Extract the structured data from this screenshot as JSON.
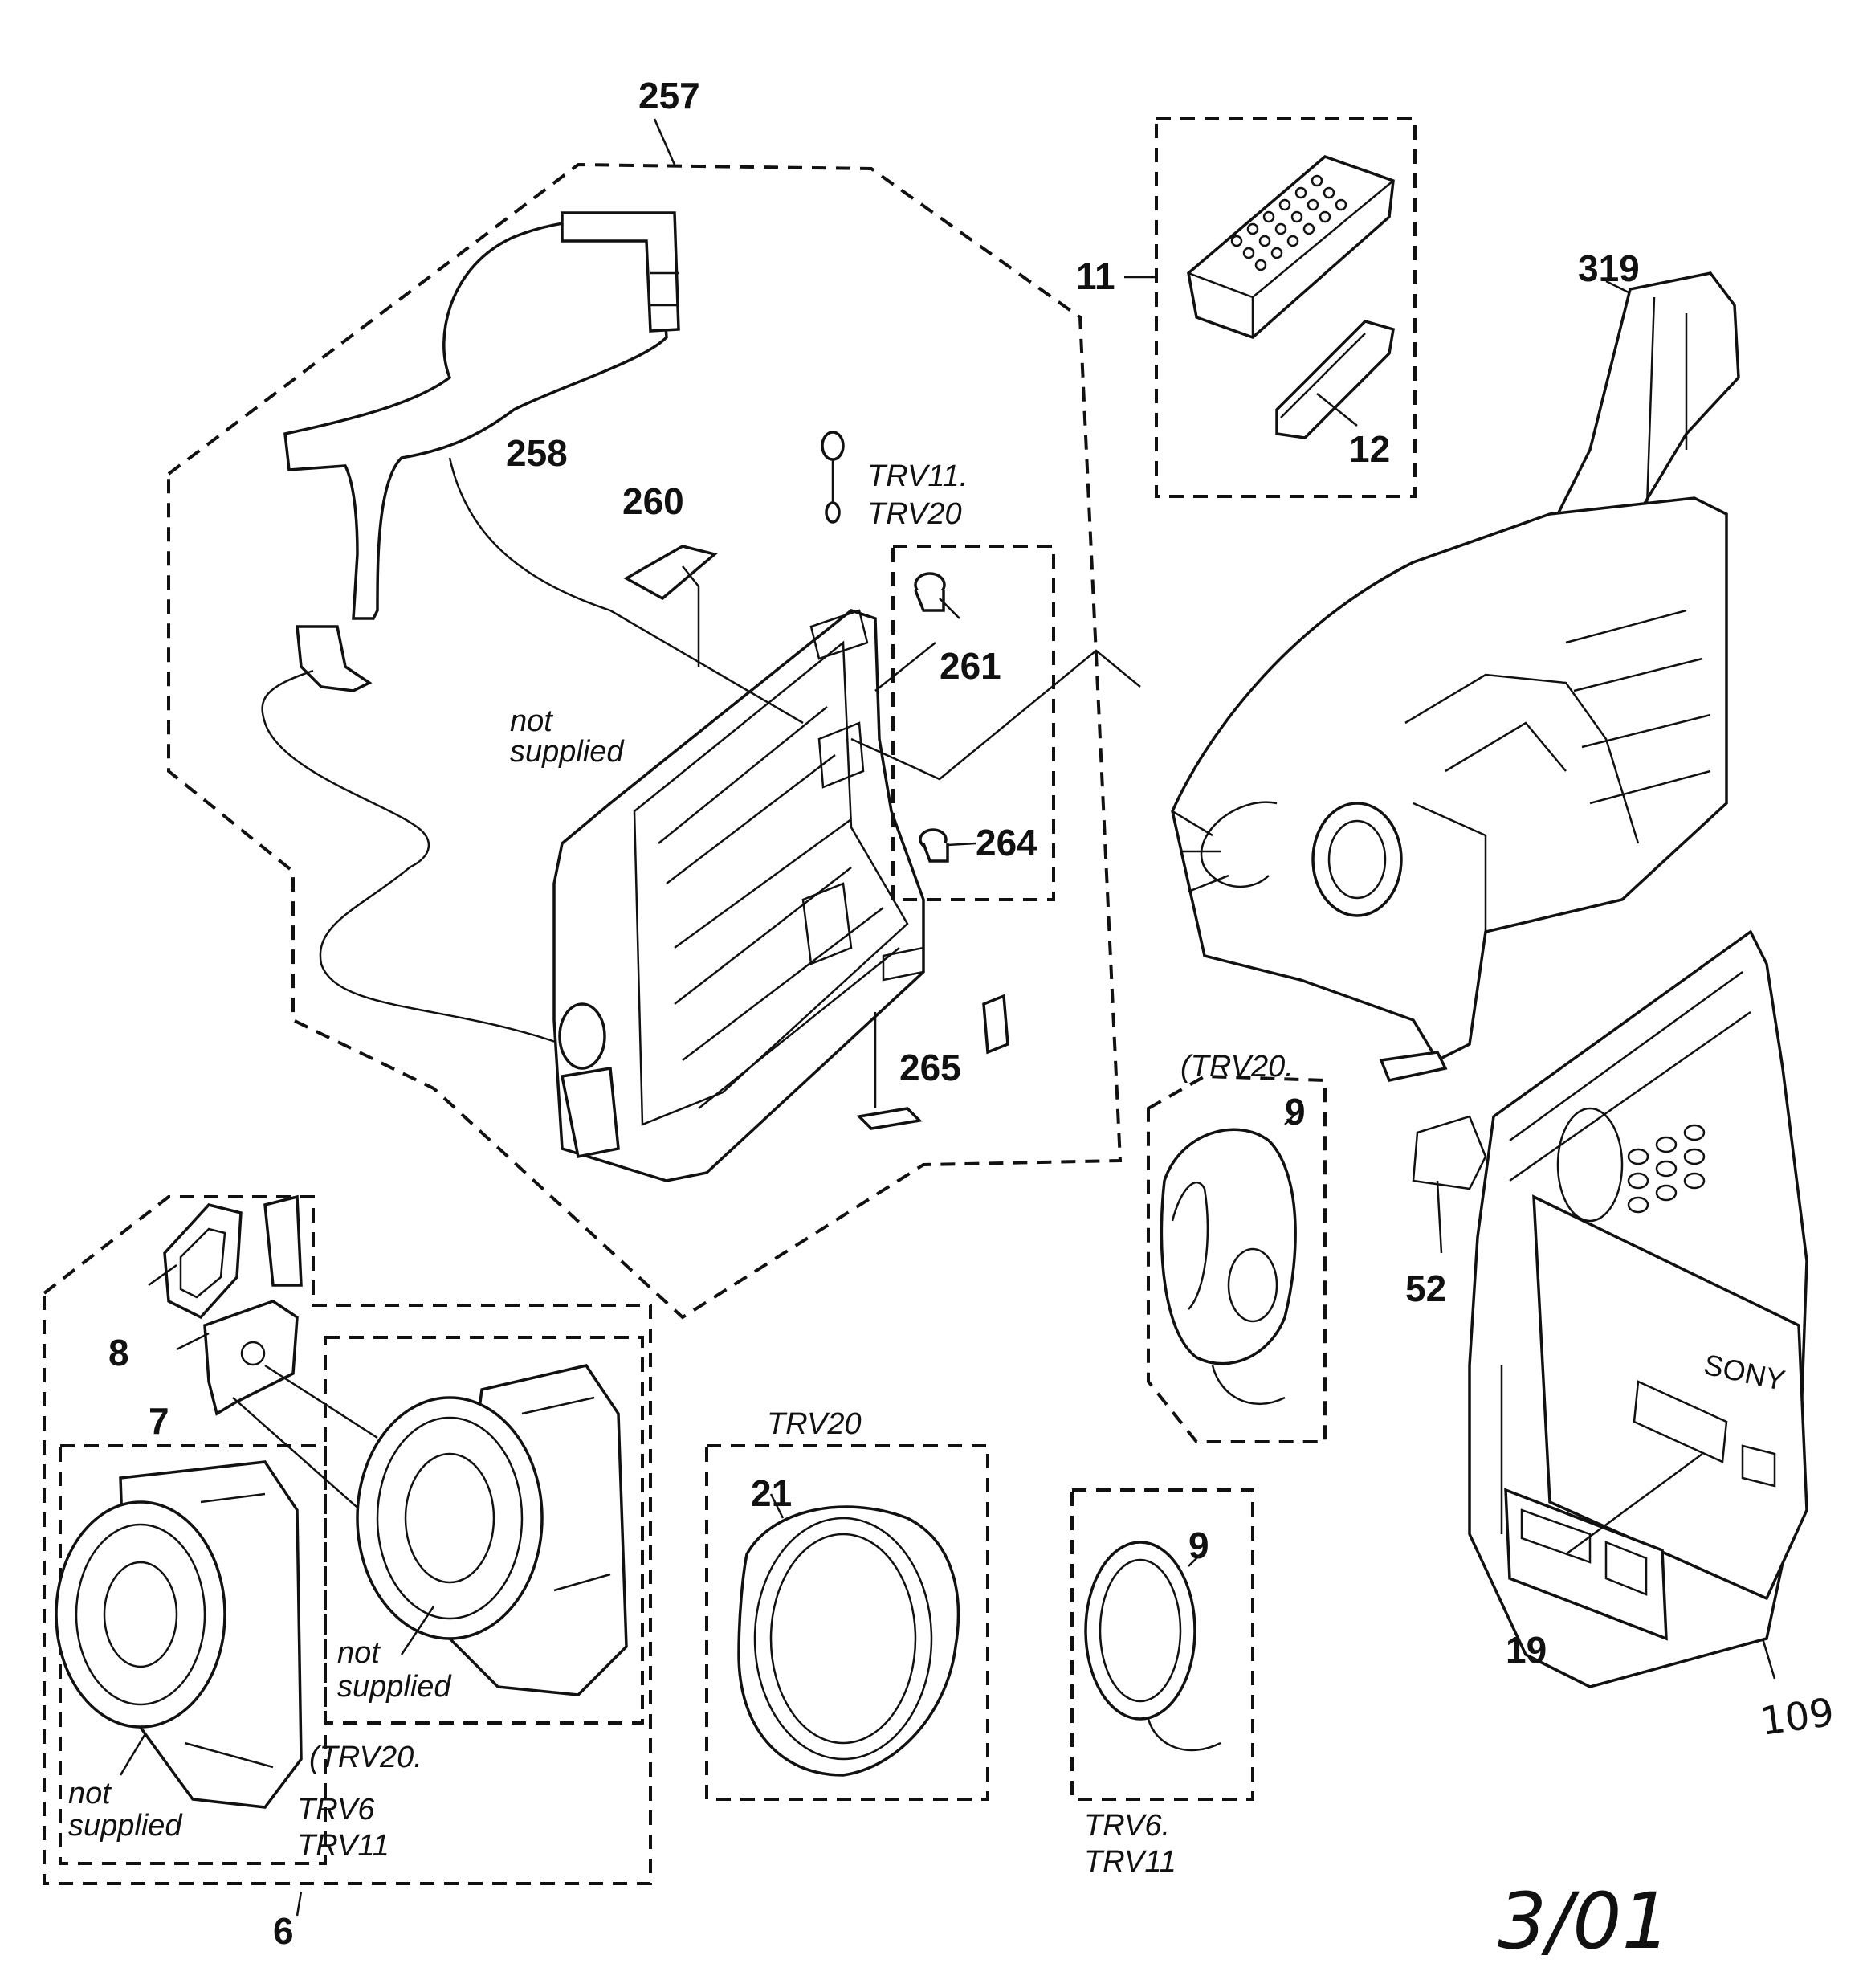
{
  "callouts": {
    "c257": "257",
    "c258": "258",
    "c260": "260",
    "c261": "261",
    "c264": "264",
    "c265": "265",
    "c11": "11",
    "c12": "12",
    "c319": "319",
    "c9a": "9",
    "c9b": "9",
    "c52": "52",
    "c19": "19",
    "c8": "8",
    "c7": "7",
    "c21": "21",
    "c6": "6"
  },
  "notes": {
    "trv11_top": "TRV11.",
    "trv20_top": "TRV20",
    "not_supplied_frame_1": "not",
    "not_supplied_frame_2": "supplied",
    "trv20_cap_upper": "(TRV20.",
    "trv20_hood": "TRV20",
    "not_supplied_lens_mid_1": "not",
    "not_supplied_lens_mid_2": "supplied",
    "not_supplied_lens_left_1": "not",
    "not_supplied_lens_left_2": "supplied",
    "trv20_lens": "(TRV20.",
    "trv6_lens": "TRV6",
    "trv11_lens": "TRV11",
    "trv6_cap": "TRV6.",
    "trv11_cap": "TRV11"
  },
  "brand": "SONY",
  "handwritten_number": "109",
  "date": "3/01"
}
